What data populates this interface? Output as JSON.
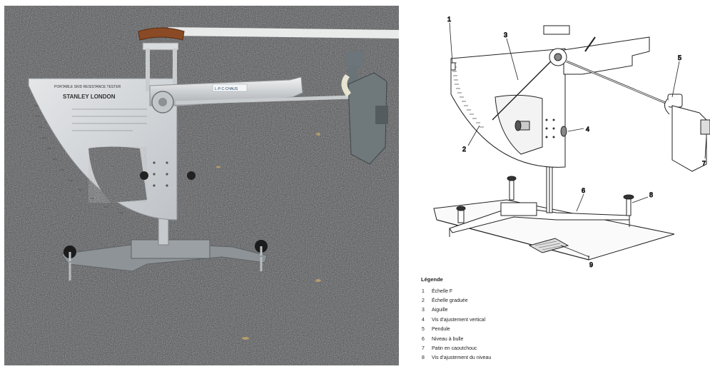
{
  "photo": {
    "plate_heading": "PORTABLE SKID RESISTANCE TESTER",
    "plate_brand": "STANLEY  LONDON",
    "arm_tag": "L·P·C·CHAUS"
  },
  "diagram": {
    "callouts": [
      "1",
      "2",
      "3",
      "4",
      "5",
      "6",
      "7",
      "8",
      "9"
    ]
  },
  "legend": {
    "title": "Légende",
    "items": [
      {
        "num": "1",
        "label": "Échelle F"
      },
      {
        "num": "2",
        "label": "Échelle graduée"
      },
      {
        "num": "3",
        "label": "Aiguille"
      },
      {
        "num": "4",
        "label": "Vis d'ajustement vertical"
      },
      {
        "num": "5",
        "label": "Pendule"
      },
      {
        "num": "6",
        "label": "Niveau à bulle"
      },
      {
        "num": "7",
        "label": "Patin en caoutchouc"
      },
      {
        "num": "8",
        "label": "Vis d'ajustement du niveau"
      }
    ]
  },
  "colors": {
    "asphalt": "#3f4145",
    "aluminium": "#d5d8db",
    "base_casting": "#8d9396"
  }
}
